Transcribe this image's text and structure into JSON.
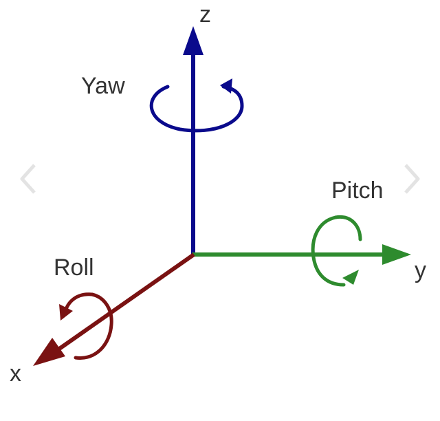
{
  "axes": {
    "z": {
      "label": "z",
      "color": "#0a0a8c"
    },
    "y": {
      "label": "y",
      "color": "#2e8b2e"
    },
    "x": {
      "label": "x",
      "color": "#7a1212"
    }
  },
  "rotations": {
    "yaw": {
      "label": "Yaw",
      "axis": "z",
      "color": "#0a0a8c"
    },
    "pitch": {
      "label": "Pitch",
      "axis": "y",
      "color": "#2e8b2e"
    },
    "roll": {
      "label": "Roll",
      "axis": "x",
      "color": "#7a1212"
    }
  },
  "navigation": {
    "prev_icon": "chevron-left-icon",
    "next_icon": "chevron-right-icon",
    "color": "#e3e3e3"
  }
}
